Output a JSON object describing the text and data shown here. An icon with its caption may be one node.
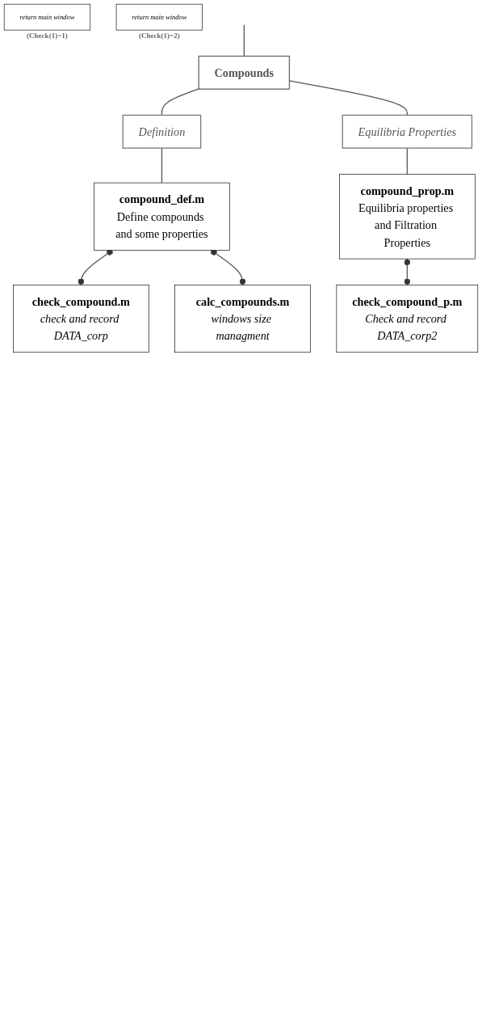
{
  "diagram": {
    "nodes": [
      {
        "text": [
          "Compounds"
        ]
      },
      {
        "text": [
          "Definition"
        ]
      },
      {
        "text": [
          "compound_def.m",
          "Define compounds and some properties"
        ]
      },
      {
        "text": [
          "calc_compounds.m",
          "windows size managment"
        ]
      },
      {
        "text": [
          "check_compound.m",
          "check and record DATA_corp"
        ]
      },
      {
        "text": [
          "return main window"
        ],
        "beside": [
          "(Check(1)=1)"
        ]
      },
      {
        "text": [
          "Equilibria Properties"
        ]
      },
      {
        "text": [
          "compound_prop.m",
          "Equilibria properties and Filtration Properties"
        ]
      },
      {
        "text": [
          "check_compound_p.m",
          "Check and record DATA_corp2"
        ]
      },
      {
        "text": [
          "return main window"
        ],
        "beside": [
          "(Check(1)=2)"
        ]
      }
    ],
    "edges": [
      {
        "from": null,
        "to": 0,
        "arrow": "none"
      },
      {
        "from": 0,
        "to": 1,
        "arrow": "none"
      },
      {
        "from": 1,
        "to": 2,
        "arrow": "none"
      },
      {
        "from": 2,
        "to": 4,
        "arrow": "other"
      },
      {
        "from": 2,
        "to": 3,
        "arrow": "other"
      },
      {
        "from": 0,
        "to": 6,
        "arrow": "none"
      },
      {
        "from": 6,
        "to": 7,
        "arrow": "none"
      },
      {
        "from": 7,
        "to": 8,
        "arrow": "other"
      }
    ]
  }
}
